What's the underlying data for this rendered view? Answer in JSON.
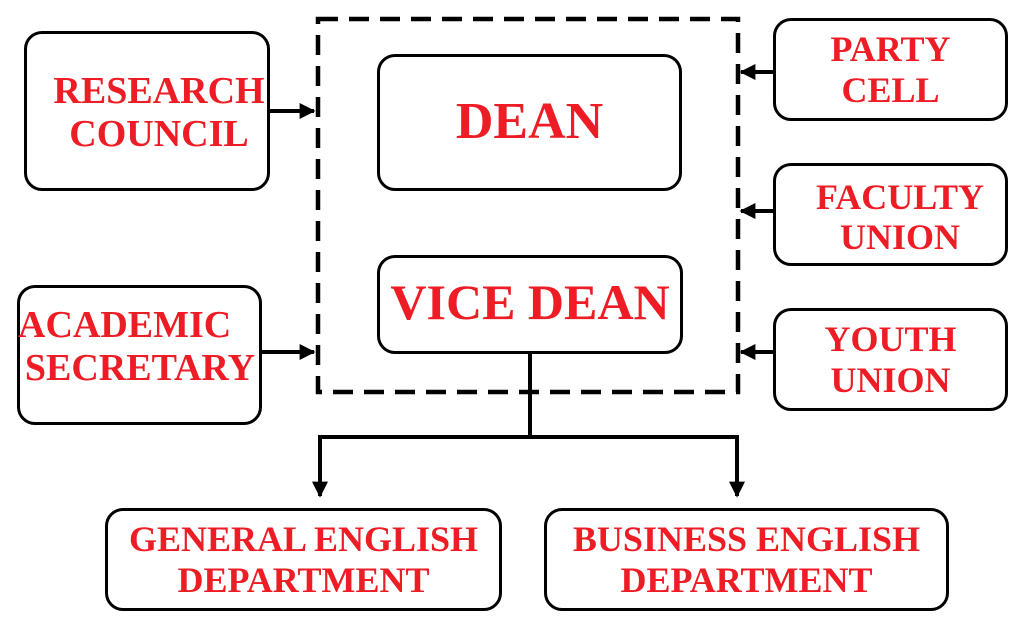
{
  "colors": {
    "text": "#ee1c24",
    "stroke": "#000000",
    "background": "#ffffff"
  },
  "nodes": {
    "research_council": {
      "line1": "RESEARCH",
      "line2": "COUNCIL"
    },
    "academic_secretary": {
      "line1": "ACADEMIC",
      "line2": "SECRETARY"
    },
    "dean": {
      "label": "DEAN"
    },
    "vice_dean": {
      "label": "VICE DEAN"
    },
    "party_cell": {
      "line1": "PARTY",
      "line2": "CELL"
    },
    "faculty_union": {
      "line1": "FACULTY",
      "line2": "UNION"
    },
    "youth_union": {
      "line1": "YOUTH",
      "line2": "UNION"
    },
    "general_english": {
      "line1": "GENERAL ENGLISH",
      "line2": "DEPARTMENT"
    },
    "business_english": {
      "line1": "BUSINESS ENGLISH",
      "line2": "DEPARTMENT"
    }
  },
  "edges": [
    {
      "from": "research_council",
      "to": "leadership_group",
      "style": "solid-arrow"
    },
    {
      "from": "academic_secretary",
      "to": "leadership_group",
      "style": "solid-arrow"
    },
    {
      "from": "party_cell",
      "to": "leadership_group",
      "style": "solid-arrow"
    },
    {
      "from": "faculty_union",
      "to": "leadership_group",
      "style": "solid-arrow"
    },
    {
      "from": "youth_union",
      "to": "leadership_group",
      "style": "solid-arrow"
    },
    {
      "from": "vice_dean",
      "to": "general_english",
      "style": "solid-arrow"
    },
    {
      "from": "vice_dean",
      "to": "business_english",
      "style": "solid-arrow"
    }
  ],
  "groups": [
    {
      "id": "leadership_group",
      "members": [
        "dean",
        "vice_dean"
      ],
      "border": "dashed"
    }
  ]
}
